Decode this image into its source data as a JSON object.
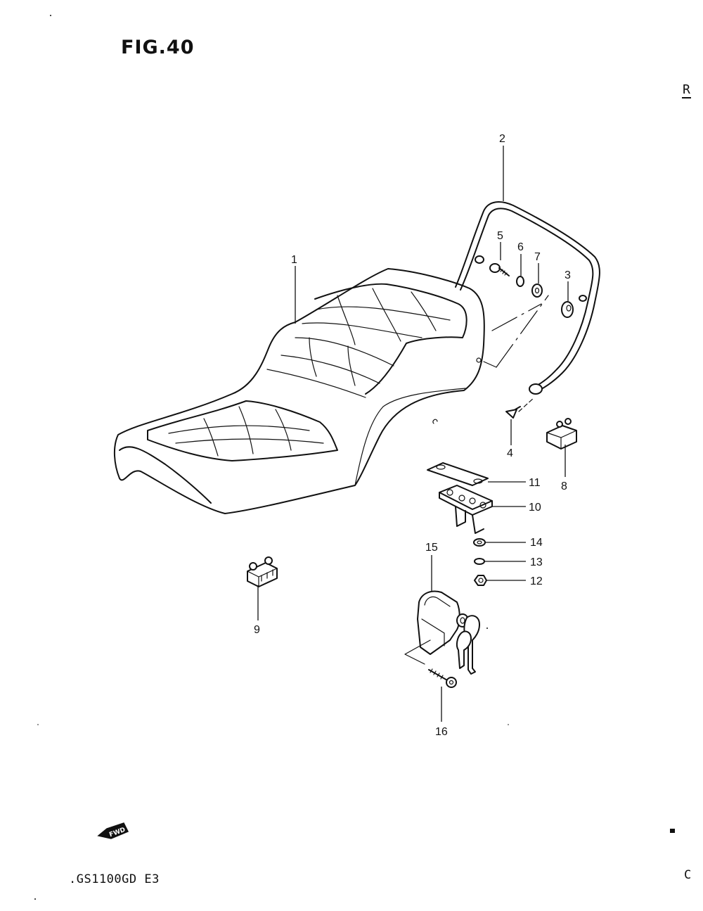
{
  "figure": {
    "title": "FIG.40",
    "corner_mark": "R",
    "model_code": ".GS1100GD E3",
    "corner_mark_bottom": "C"
  },
  "fwd_arrow": {
    "text": "FWD",
    "icon": "forward-arrow-icon"
  },
  "callouts": [
    "1",
    "2",
    "3",
    "4",
    "5",
    "6",
    "7",
    "8",
    "9",
    "10",
    "11",
    "12",
    "13",
    "14",
    "15",
    "16"
  ]
}
